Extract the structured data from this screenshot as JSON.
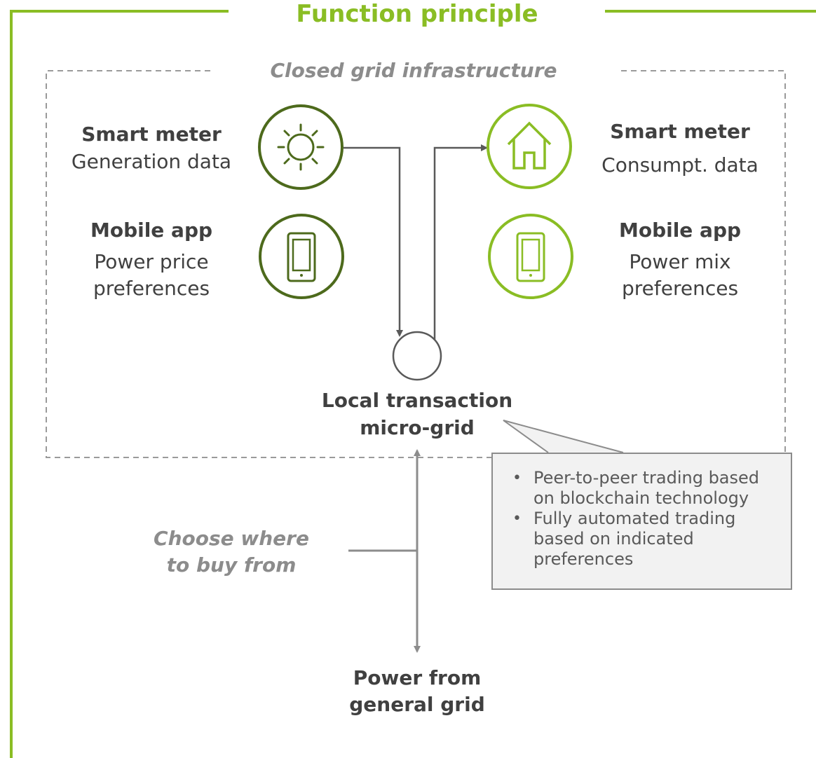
{
  "title": "Function principle",
  "region_label": "Closed grid infrastructure",
  "generator": {
    "meter_title": "Smart meter",
    "meter_desc": "Generation data",
    "app_title": "Mobile app",
    "app_desc_line1": "Power price",
    "app_desc_line2": "preferences",
    "color": "#4d6a1c"
  },
  "consumer": {
    "meter_title": "Smart meter",
    "meter_desc": "Consumpt. data",
    "app_title": "Mobile app",
    "app_desc_line1": "Power mix",
    "app_desc_line2": "preferences",
    "color": "#8abd24"
  },
  "hub": {
    "line1": "Local transaction",
    "line2": "micro-grid"
  },
  "callout": {
    "items": [
      "Peer-to-peer trading based on blockchain technology",
      "Fully automated trading based on indicated preferences"
    ]
  },
  "choose": {
    "line1": "Choose where",
    "line2": "to buy from"
  },
  "general_grid": {
    "line1": "Power from",
    "line2": "general grid"
  },
  "colors": {
    "accent_green": "#8abd24",
    "dark_green": "#4d6a1c",
    "gray_text": "#8c8c8c",
    "dark_text": "#404040",
    "connector": "#595959"
  }
}
